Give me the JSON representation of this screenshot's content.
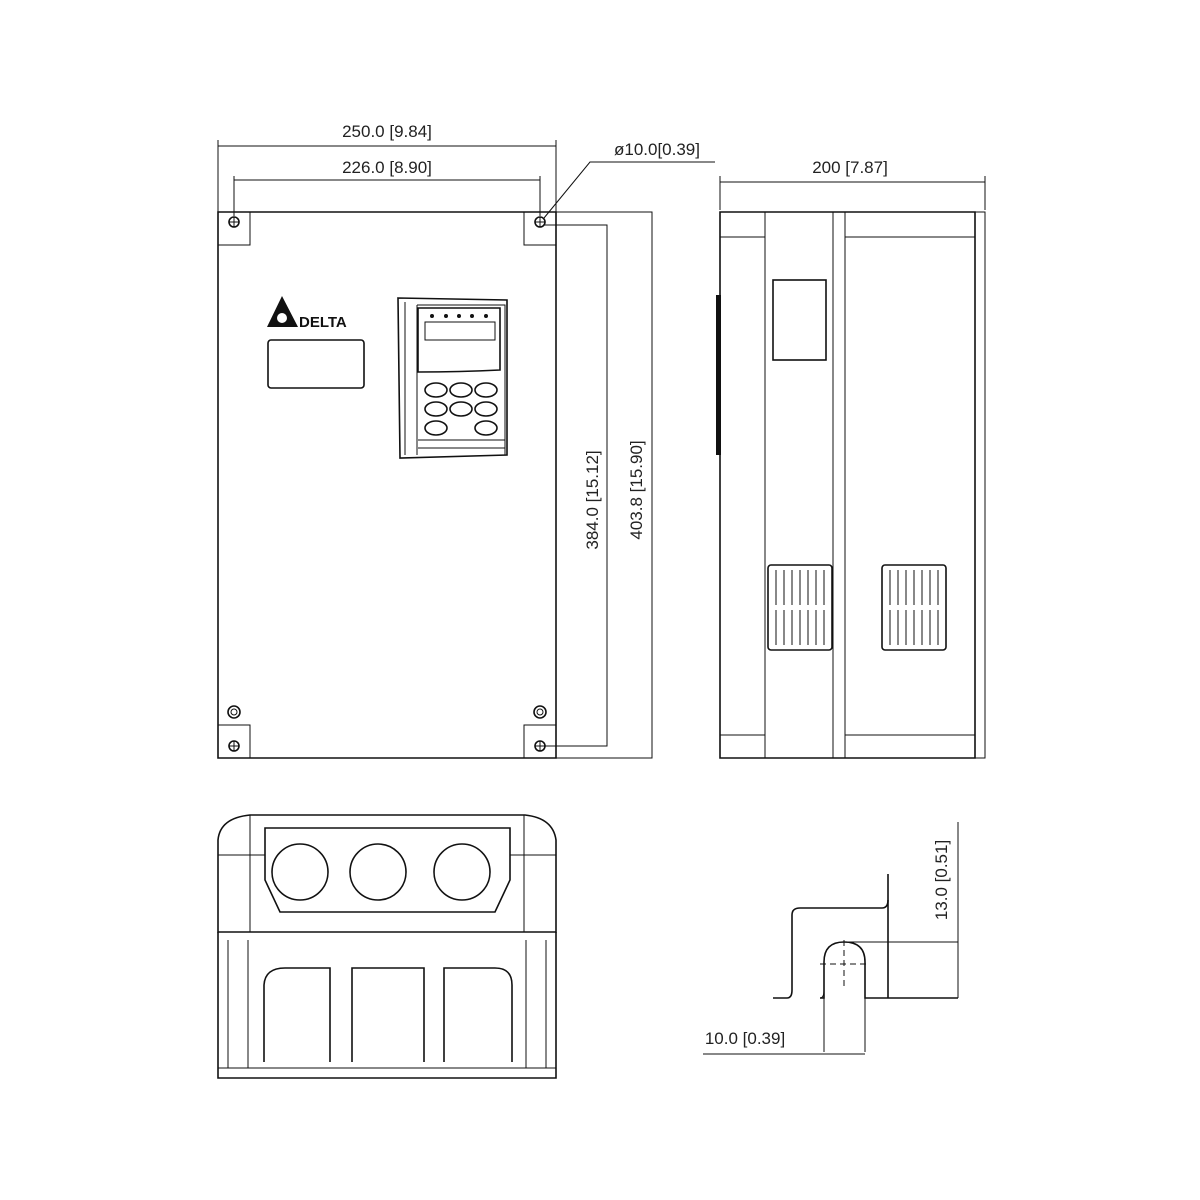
{
  "dimensions": {
    "overall_width": "250.0 [9.84]",
    "mount_width": "226.0 [8.90]",
    "hole_diameter": "ø10.0[0.39]",
    "depth": "200 [7.87]",
    "mount_height": "384.0 [15.12]",
    "overall_height": "403.8 [15.90]",
    "slot_height": "13.0 [0.51]",
    "slot_width": "10.0 [0.39]"
  },
  "logo": {
    "brand": "DELTA"
  },
  "colors": {
    "line": "#111111",
    "background": "#ffffff"
  }
}
